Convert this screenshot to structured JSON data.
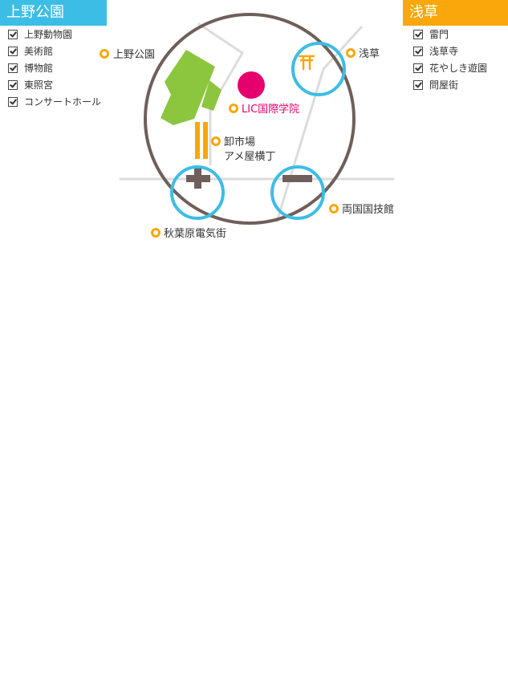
{
  "ueno": {
    "title": "上野公園",
    "items": [
      "上野動物園",
      "美術館",
      "博物館",
      "東照宮",
      "コンサートホール"
    ]
  },
  "asakusa": {
    "title": "浅草",
    "items": [
      "雷門",
      "浅草寺",
      "花やしき遊園",
      "問屋街"
    ]
  },
  "map": {
    "labels": {
      "ueno_park": "上野公園",
      "asakusa": "浅草",
      "school": "LIC国際学院",
      "market_line1": "卸市場",
      "market_line2": "アメ屋横丁",
      "ryogoku": "両国国技館",
      "akihabara": "秋葉原電気街"
    },
    "icons": {
      "asakusa_symbol": "torii-icon",
      "akihabara_symbol": "cross-icon",
      "ryogoku_symbol": "bar-icon"
    },
    "colors": {
      "circle": "#6e5f5a",
      "ring": "#3cbde6",
      "park": "#8cc63f",
      "market": "#f9a70a",
      "school": "#e5006e",
      "road": "#dcdcdc",
      "marker": "#f9a70a",
      "ueno_header": "#3cbde6",
      "asakusa_header": "#f9a70a"
    }
  }
}
